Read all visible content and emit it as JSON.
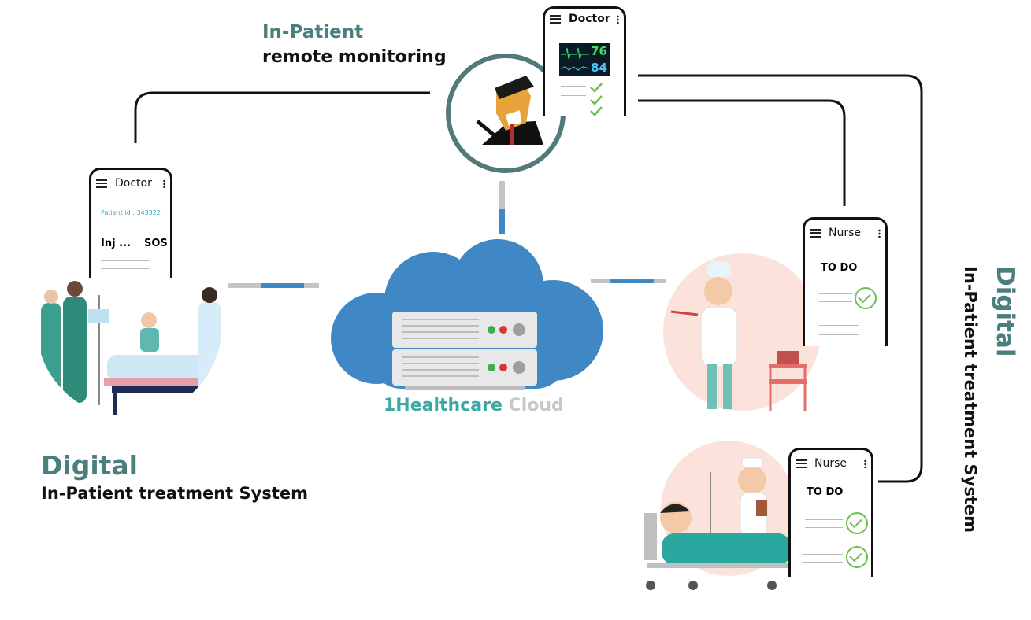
{
  "top_title": {
    "line1": "In-Patient",
    "line2": "remote monitoring"
  },
  "left_title": {
    "line1": "Digital",
    "line2": "In-Patient treatment System"
  },
  "right_title": {
    "line1": "Digital",
    "line2": "In-Patient treatment System"
  },
  "cloud_label": {
    "brand": "1Healthcare",
    "word": "Cloud"
  },
  "phone_top": {
    "title": "Doctor",
    "monitor_values": [
      "76",
      "84"
    ]
  },
  "phone_left": {
    "title": "Doctor",
    "patient_id": "Patient id : 343322",
    "col1": "Inj ...",
    "col2": "SOS"
  },
  "phone_nurse1": {
    "title": "Nurse",
    "todo": "TO DO"
  },
  "phone_nurse2": {
    "title": "Nurse",
    "todo": "TO DO"
  },
  "colors": {
    "teal": "#4a7f7d",
    "cloud_blue": "#3f88c5",
    "check_green": "#6cbf50",
    "cloud_text_teal": "#3aa8a4",
    "cloud_text_grey": "#c8c8c8"
  }
}
